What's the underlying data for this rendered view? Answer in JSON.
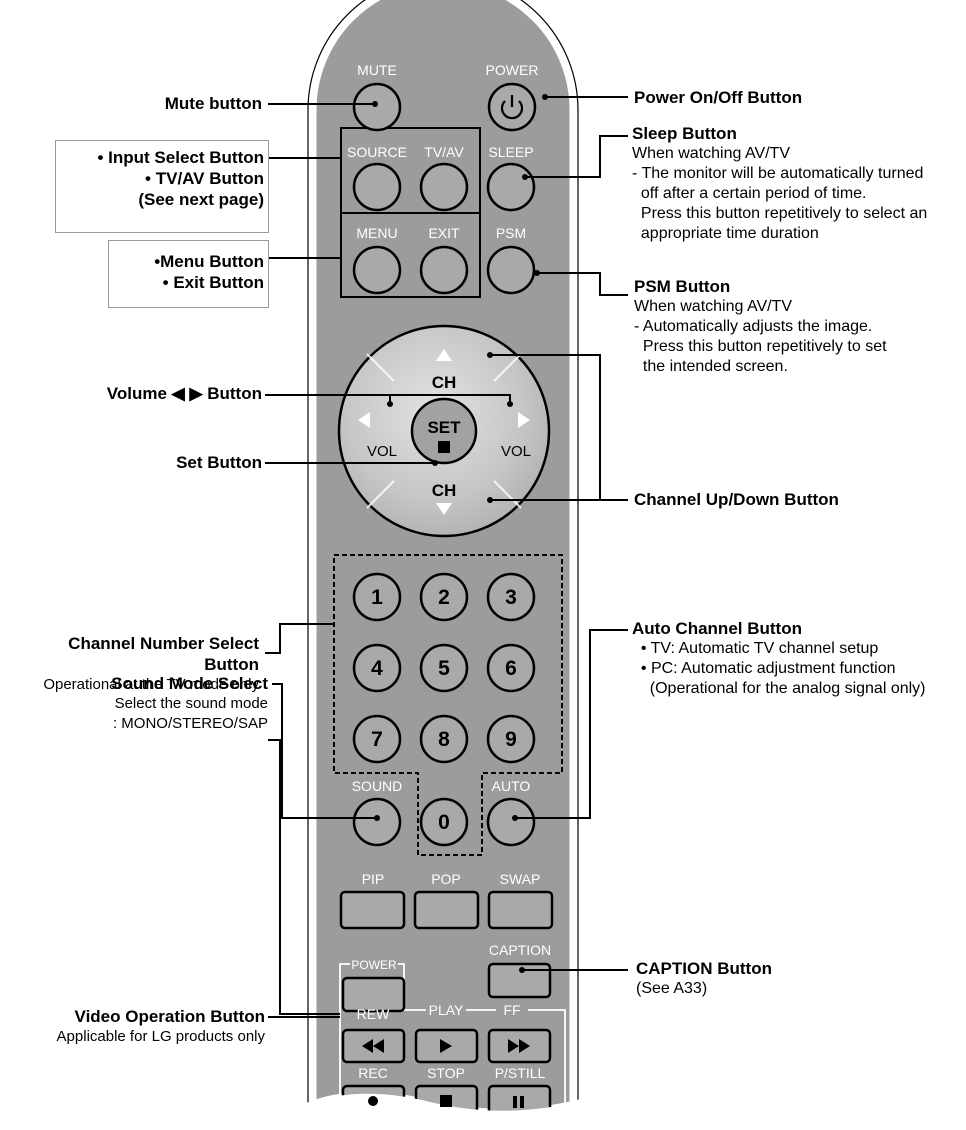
{
  "colors": {
    "remote_body": "#9c9c9c",
    "button_fill": "#a9a9a9",
    "dpad_fill": "#c6c6c6",
    "label_white": "#ffffff",
    "ink": "#000000"
  },
  "remote": {
    "labels": {
      "mute": "MUTE",
      "power": "POWER",
      "source": "SOURCE",
      "tvav": "TV/AV",
      "sleep": "SLEEP",
      "menu": "MENU",
      "exit": "EXIT",
      "psm": "PSM",
      "ch_up": "CH",
      "ch_down": "CH",
      "vol_left": "VOL",
      "vol_right": "VOL",
      "set": "SET",
      "sound": "SOUND",
      "auto": "AUTO",
      "pip": "PIP",
      "pop": "POP",
      "swap": "SWAP",
      "vcr_power": "POWER",
      "caption": "CAPTION",
      "rew": "REW",
      "play": "PLAY",
      "ff": "FF",
      "rec": "REC",
      "stop": "STOP",
      "pstill": "P/STILL"
    },
    "digits": [
      "1",
      "2",
      "3",
      "4",
      "5",
      "6",
      "7",
      "8",
      "9",
      "0"
    ]
  },
  "annotations": {
    "mute": {
      "title": "Mute button"
    },
    "input_select": {
      "line1": "• Input Select Button",
      "line2": "• TV/AV Button",
      "line3": "(See next page)"
    },
    "menu_exit": {
      "line1": "•Menu Button",
      "line2": "• Exit Button"
    },
    "volume": {
      "title": "Volume ◀ ▶ Button"
    },
    "set": {
      "title": "Set Button"
    },
    "channel_number": {
      "title": "Channel Number Select\nButton",
      "desc": "Operational at the TV mode only"
    },
    "sound_mode": {
      "title": "Sound Mode Select",
      "desc": "Select the sound mode\n: MONO/STEREO/SAP"
    },
    "video_operation": {
      "title": "Video Operation Button",
      "desc": "Applicable for LG products only"
    },
    "power": {
      "title": "Power On/Off Button"
    },
    "sleep": {
      "title": "Sleep Button",
      "desc": "When watching AV/TV\n- The monitor will be automatically turned\n  off after a certain period of time.\n  Press this button repetitively to select an\n  appropriate time duration"
    },
    "psm": {
      "title": "PSM Button",
      "desc": "When watching AV/TV\n- Automatically adjusts the image.\n  Press this button repetitively to set\n  the intended screen."
    },
    "channel_updown": {
      "title": "Channel Up/Down Button"
    },
    "auto_channel": {
      "title": "Auto Channel Button",
      "desc": "  • TV: Automatic TV channel setup\n  • PC: Automatic adjustment function\n    (Operational for the analog signal only)"
    },
    "caption": {
      "title": "CAPTION Button",
      "desc": "(See A33)"
    }
  }
}
